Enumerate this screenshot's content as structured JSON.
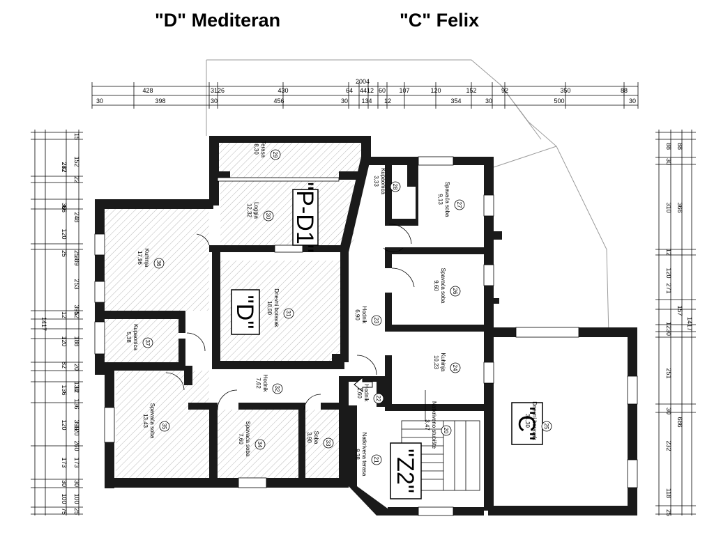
{
  "header": {
    "left_title": "\"D\" Mediteran",
    "right_title": "\"C\" Felix"
  },
  "dimensions": {
    "total_top": "2004",
    "top_row1": [
      "428",
      "3126",
      "430",
      "64",
      "4412",
      "60",
      "107",
      "120",
      "152",
      "92",
      "350",
      "88"
    ],
    "top_row2": [
      "30",
      "398",
      "30",
      "456",
      "30",
      "134",
      "12",
      "354",
      "30",
      "500",
      "30"
    ],
    "left_total": "1417",
    "left_col1": [
      "15",
      "152",
      "22",
      "248",
      "25",
      "389",
      "253",
      "395",
      "12",
      "188",
      "20",
      "138",
      "12",
      "136",
      "399",
      "120",
      "260",
      "173",
      "30",
      "100",
      "25"
    ],
    "left_col2": [
      "247",
      "232",
      "30",
      "66",
      "120",
      "25",
      "12",
      "120",
      "82",
      "136",
      "120",
      "173",
      "30",
      "100",
      "75"
    ],
    "right_total": "1417",
    "right_col1": [
      "88",
      "30",
      "366",
      "310",
      "12",
      "120",
      "271",
      "157",
      "1230",
      "251",
      "686",
      "30",
      "232",
      "118",
      "25"
    ],
    "right_col2": [
      "88"
    ]
  },
  "units": {
    "big_labels": [
      "\"P-D1\"",
      "\"D\"",
      "\"Z2\"",
      "\"C\""
    ]
  },
  "rooms": [
    {
      "num": "29",
      "name": "Terasa",
      "area": "8,30"
    },
    {
      "num": "30",
      "name": "Loggia",
      "area": "12,32"
    },
    {
      "num": "36",
      "name": "Kuhinja",
      "area": "17,96"
    },
    {
      "num": "31",
      "name": "Dnevni boravak",
      "area": "18,00"
    },
    {
      "num": "37",
      "name": "Kupaonica",
      "area": "5,38"
    },
    {
      "num": "32",
      "name": "Hodnik",
      "area": "7,62"
    },
    {
      "num": "35",
      "name": "Spavaća soba",
      "area": "13,43"
    },
    {
      "num": "34",
      "name": "Spavaća soba",
      "area": "7,60"
    },
    {
      "num": "33",
      "name": "Soba",
      "area": "3,90"
    },
    {
      "num": "28",
      "name": "Kupaonica",
      "area": "3,33"
    },
    {
      "num": "27",
      "name": "Spavaća soba",
      "area": "9,13"
    },
    {
      "num": "26",
      "name": "Spavaća soba",
      "area": "9,60"
    },
    {
      "num": "23",
      "name": "Hodnik",
      "area": "6,90"
    },
    {
      "num": "24",
      "name": "Kuhinja",
      "area": "10,23"
    },
    {
      "num": "22",
      "name": "Hodnik",
      "area": "1,60"
    },
    {
      "num": "20",
      "name": "Natkriveno stubište",
      "area": "3,47"
    },
    {
      "num": "21",
      "name": "Natkrivena terasa",
      "area": "9,38"
    },
    {
      "num": "25",
      "name": "Dnevni boravak",
      "area": "31,30"
    }
  ]
}
